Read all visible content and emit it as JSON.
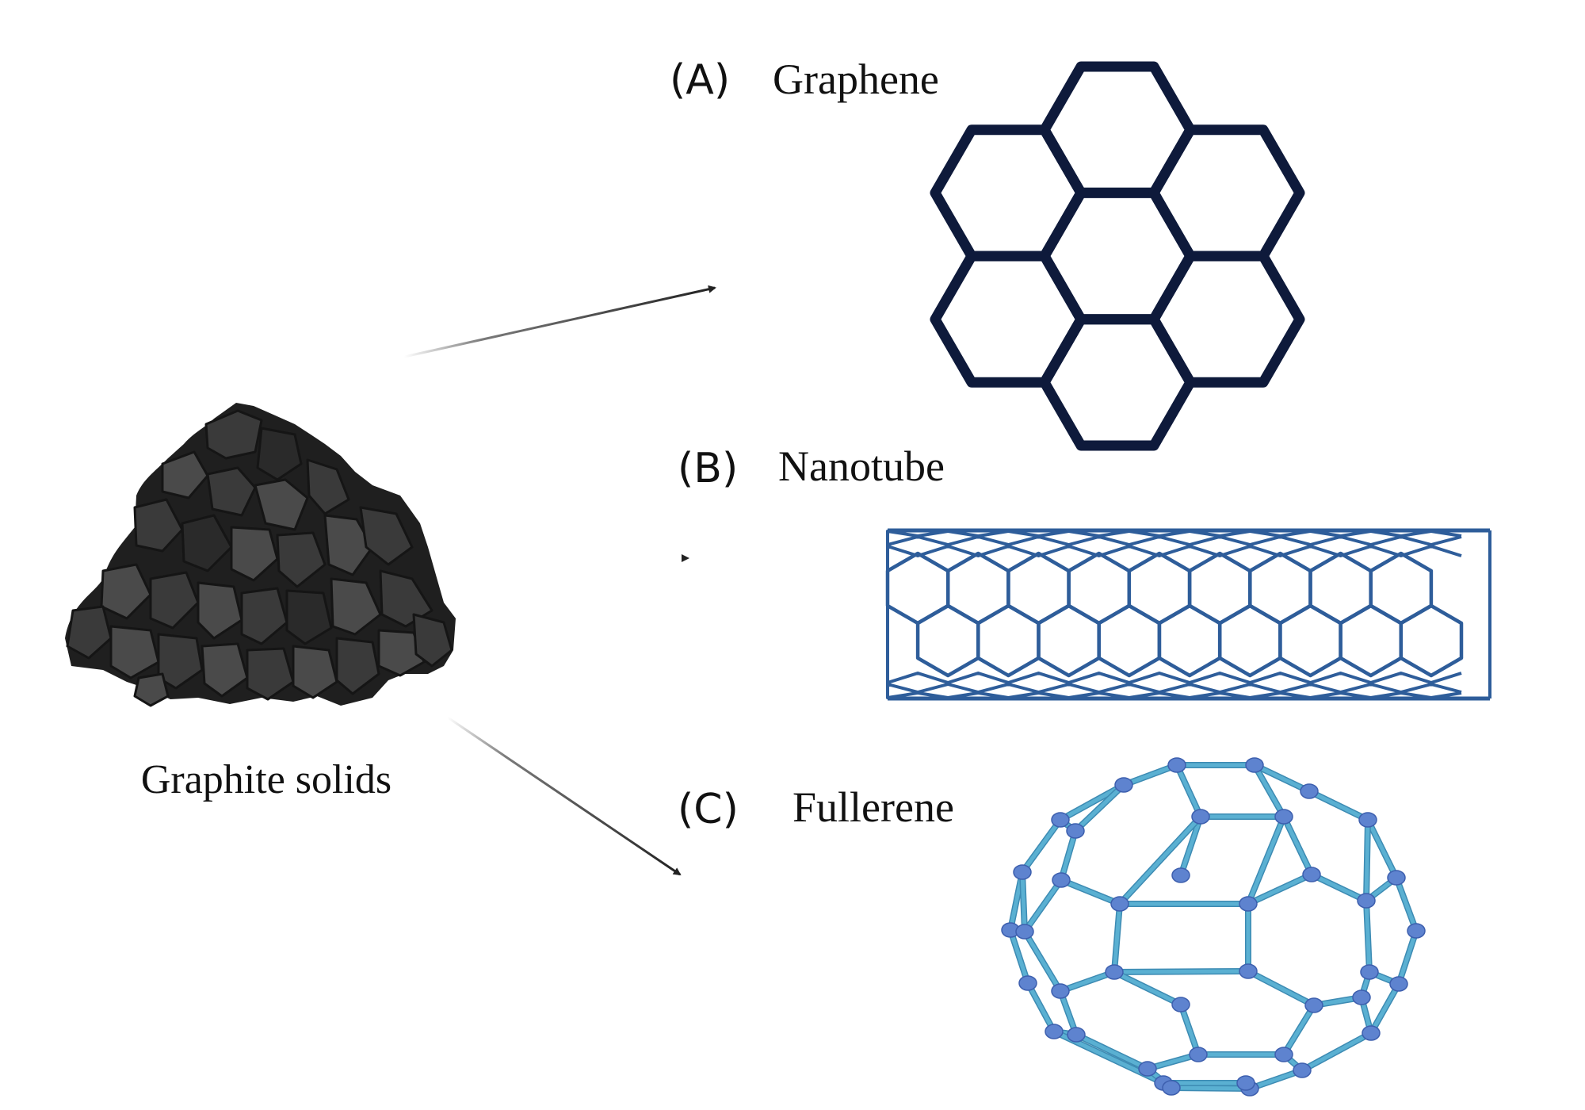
{
  "source": {
    "label": "Graphite solids",
    "icon": "graphite-pile-icon"
  },
  "allotropes": [
    {
      "tag": "(A)",
      "name": "Graphene",
      "icon": "graphene-lattice-icon",
      "color": "#0e1a3b"
    },
    {
      "tag": "(B)",
      "name": "Nanotube",
      "icon": "nanotube-icon",
      "color": "#2e5d9a"
    },
    {
      "tag": "(C)",
      "name": "Fullerene",
      "icon": "fullerene-icon",
      "color": "#5ab0d2",
      "atom_color": "#5e83cf"
    }
  ],
  "colors": {
    "arrow": "#222222",
    "graphite_dark": "#1f1f1f",
    "graphite_mid": "#3a3a3a",
    "graphite_light": "#4a4a4a"
  }
}
